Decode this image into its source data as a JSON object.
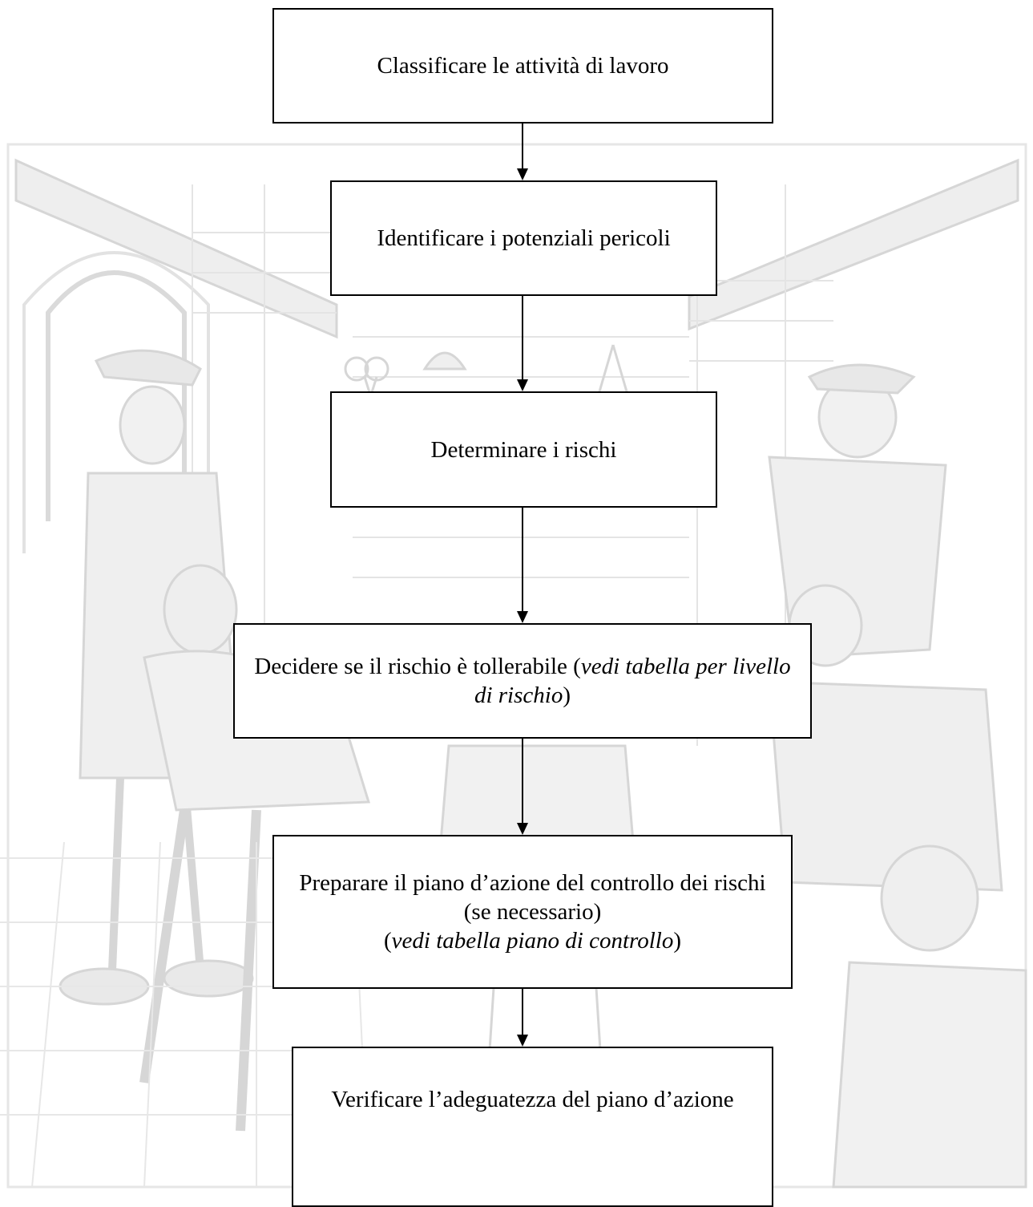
{
  "flowchart": {
    "steps": [
      {
        "text": "Classificare le attività di lavoro"
      },
      {
        "text": "Identificare i potenziali pericoli"
      },
      {
        "text": "Determinare i rischi"
      },
      {
        "text_before": "Decidere se il rischio è tollerabile (",
        "italic": "vedi tabella per livello di rischio",
        "text_after": ")"
      },
      {
        "line1": "Preparare il piano d’azione del controllo dei rischi (se necessario)",
        "paren_open": "(",
        "italic": "vedi tabella piano di controllo",
        "paren_close": ")"
      },
      {
        "text": "Verificare l’adeguatezza del piano d’azione"
      }
    ]
  },
  "background": {
    "description_icon": "woodcut-workshop-illustration",
    "tint_color": "#d9d9d9"
  },
  "colors": {
    "line": "#000000",
    "box_fill": "#ffffff"
  }
}
